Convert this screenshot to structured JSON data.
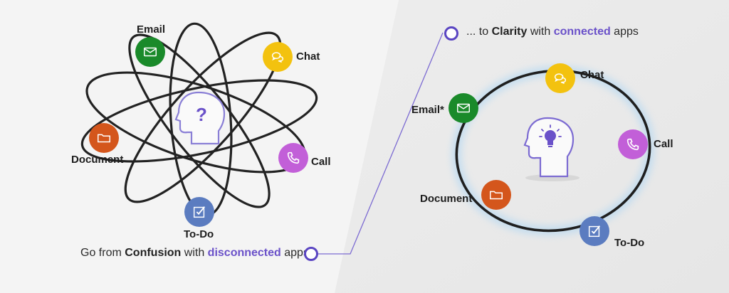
{
  "colors": {
    "accent": "#6a51c9",
    "email": "#1a8a2a",
    "chat": "#f3c20f",
    "call": "#c25fd8",
    "document": "#d4561c",
    "todo": "#5b7cc0"
  },
  "left": {
    "nodes": [
      {
        "id": "email",
        "label": "Email",
        "icon": "envelope-icon"
      },
      {
        "id": "chat",
        "label": "Chat",
        "icon": "chat-bubbles-icon"
      },
      {
        "id": "call",
        "label": "Call",
        "icon": "phone-icon"
      },
      {
        "id": "document",
        "label": "Document",
        "icon": "folder-icon"
      },
      {
        "id": "todo",
        "label": "To-Do",
        "icon": "checkbox-icon"
      }
    ],
    "center_icon": "head-question-icon",
    "caption": {
      "pre": "Go from ",
      "bold": "Confusion",
      "mid": " with ",
      "accent": "disconnected",
      "post": " apps"
    }
  },
  "right": {
    "nodes": [
      {
        "id": "email",
        "label": "Email*",
        "icon": "envelope-icon"
      },
      {
        "id": "chat",
        "label": "Chat",
        "icon": "chat-bubbles-icon"
      },
      {
        "id": "call",
        "label": "Call",
        "icon": "phone-icon"
      },
      {
        "id": "document",
        "label": "Document",
        "icon": "folder-icon"
      },
      {
        "id": "todo",
        "label": "To-Do",
        "icon": "checkbox-icon"
      }
    ],
    "center_icon": "head-lightbulb-icon",
    "caption": {
      "pre": "... to ",
      "bold": "Clarity",
      "mid": " with ",
      "accent": "connected",
      "post": " apps"
    }
  }
}
